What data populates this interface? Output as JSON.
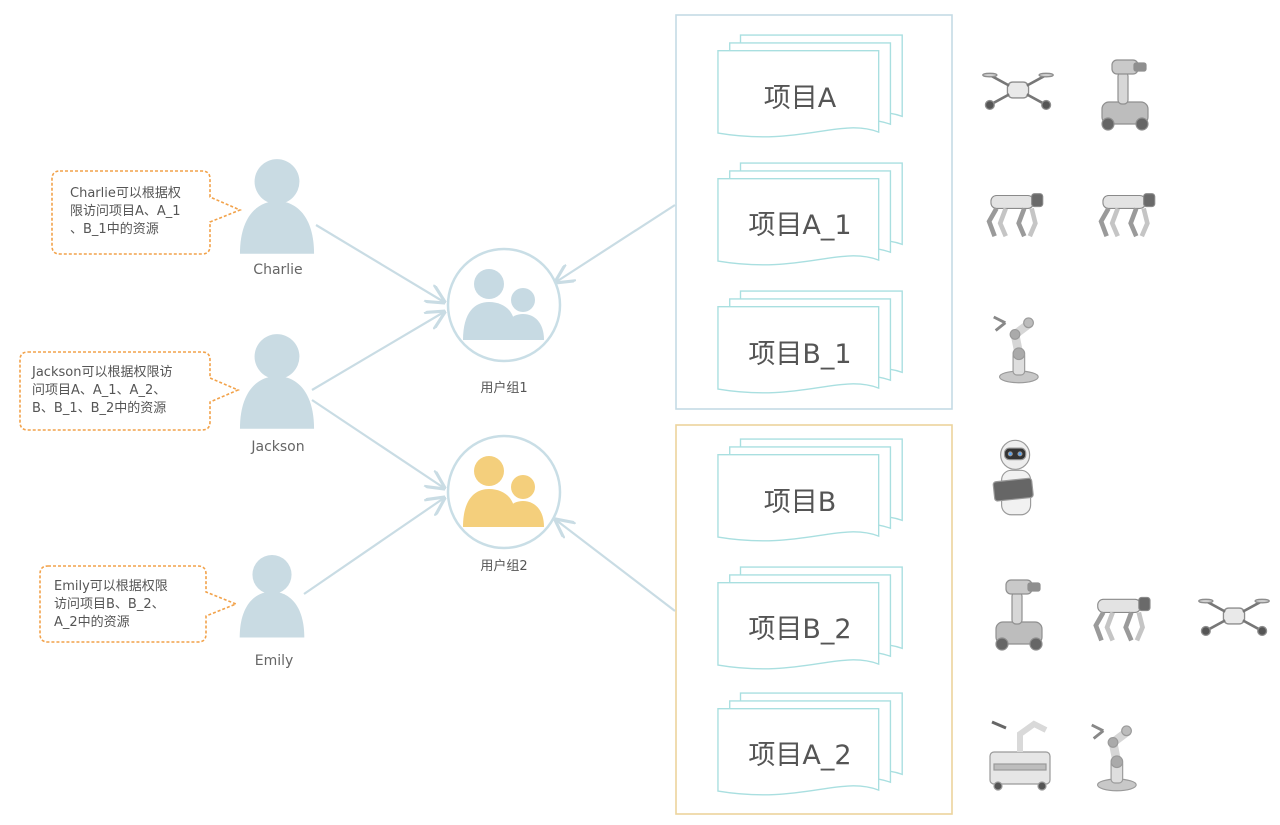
{
  "users": [
    {
      "name": "Charlie",
      "note": [
        "Charlie可以根据权",
        "限访问项目A、A_1",
        "、B_1中的资源"
      ]
    },
    {
      "name": "Jackson",
      "note": [
        "Jackson可以根据权限访",
        "问项目A、A_1、A_2、",
        "B、B_1、B_2中的资源"
      ]
    },
    {
      "name": "Emily",
      "note": [
        "Emily可以根据权限",
        "访问项目B、B_2、",
        "A_2中的资源"
      ]
    }
  ],
  "groups": [
    {
      "label": "用户组1",
      "color": "#c7dae3",
      "ring": "#c9dee6"
    },
    {
      "label": "用户组2",
      "color": "#f4cf7c",
      "ring": "#c9dee6"
    }
  ],
  "projects_group1": [
    {
      "label": "项目A",
      "devices": [
        "drone-icon",
        "mobile-manipulator-icon"
      ]
    },
    {
      "label": "项目A_1",
      "devices": [
        "quadruped-robot-icon",
        "quadruped-robot-icon"
      ]
    },
    {
      "label": "项目B_1",
      "devices": [
        "robot-arm-icon"
      ]
    }
  ],
  "projects_group2": [
    {
      "label": "项目B",
      "devices": [
        "service-robot-icon"
      ]
    },
    {
      "label": "项目B_2",
      "devices": [
        "mobile-manipulator-icon",
        "quadruped-robot-icon",
        "drone-icon"
      ]
    },
    {
      "label": "项目A_2",
      "devices": [
        "cobot-cart-icon",
        "robot-arm-icon"
      ]
    }
  ],
  "colors": {
    "person": "#c9dbe3",
    "callout_border": "#f2a24a",
    "group1_box": "#c5dbe4",
    "group2_box": "#ecd49d",
    "connector": "#c9dce4",
    "doc_stroke": "#a9dfe0"
  }
}
